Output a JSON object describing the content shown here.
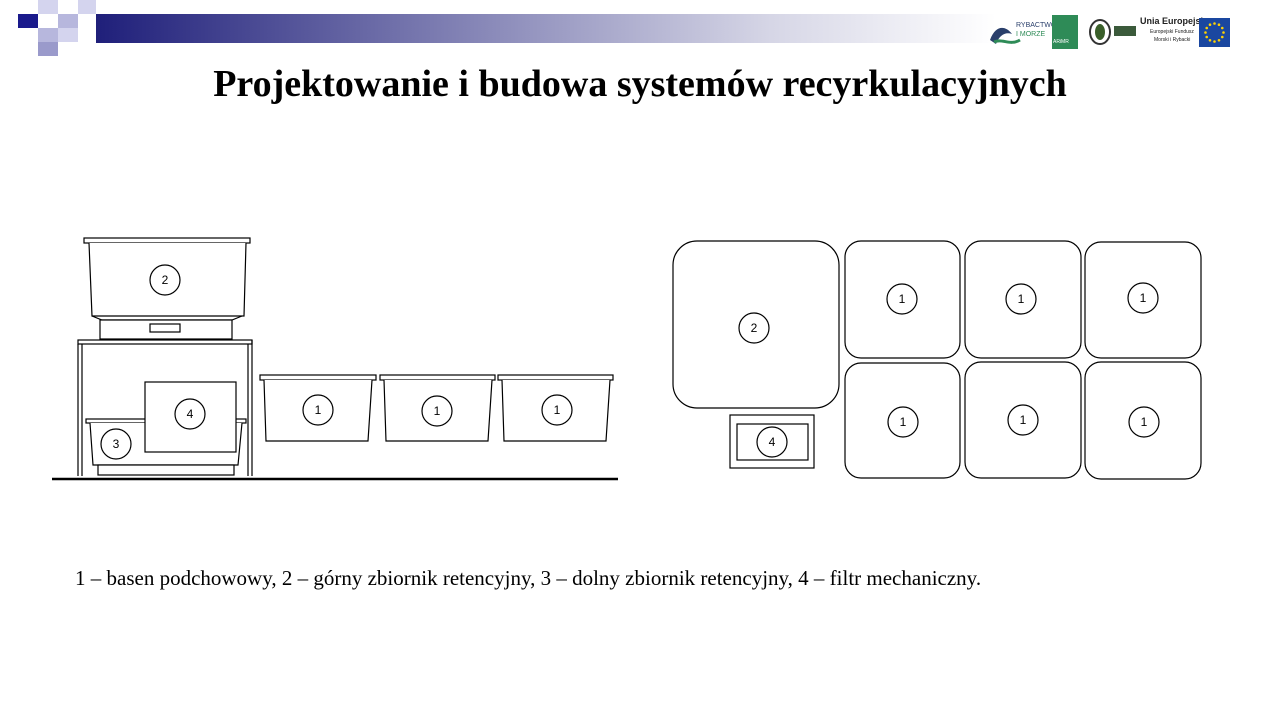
{
  "slide": {
    "title": "Projektowanie i budowa systemów recyrkulacyjnych",
    "legend": "1 – basen podchowowy, 2 – górny zbiornik retencyjny, 3 – dolny zbiornik retencyjny, 4 – filtr mechaniczny."
  },
  "logos": {
    "rybactwo_line1": "RYBACTWO",
    "rybactwo_line2": "I MORZE",
    "arimr": "ARiMR",
    "ue_title": "Unia Europejska",
    "ue_line2": "Europejski Fundusz",
    "ue_line3": "Morski i Rybacki"
  },
  "diagram": {
    "side_view": {
      "upper_tank_label": "2",
      "lower_tank_label": "3",
      "filter_label": "4",
      "rearing_tank_labels": [
        "1",
        "1",
        "1"
      ]
    },
    "top_view": {
      "upper_tank_label": "2",
      "filter_label": "4",
      "rearing_tank_labels": [
        "1",
        "1",
        "1",
        "1",
        "1",
        "1"
      ]
    }
  },
  "colors": {
    "header_dark": "#1f1f7a",
    "header_light": "#ffffff",
    "square_dark": "#1a1a8c",
    "square_light": "#b7b7dd",
    "ue_blue": "#1a47a0",
    "ue_star": "#ffd200",
    "rybactwo_green": "#2e8b57"
  }
}
